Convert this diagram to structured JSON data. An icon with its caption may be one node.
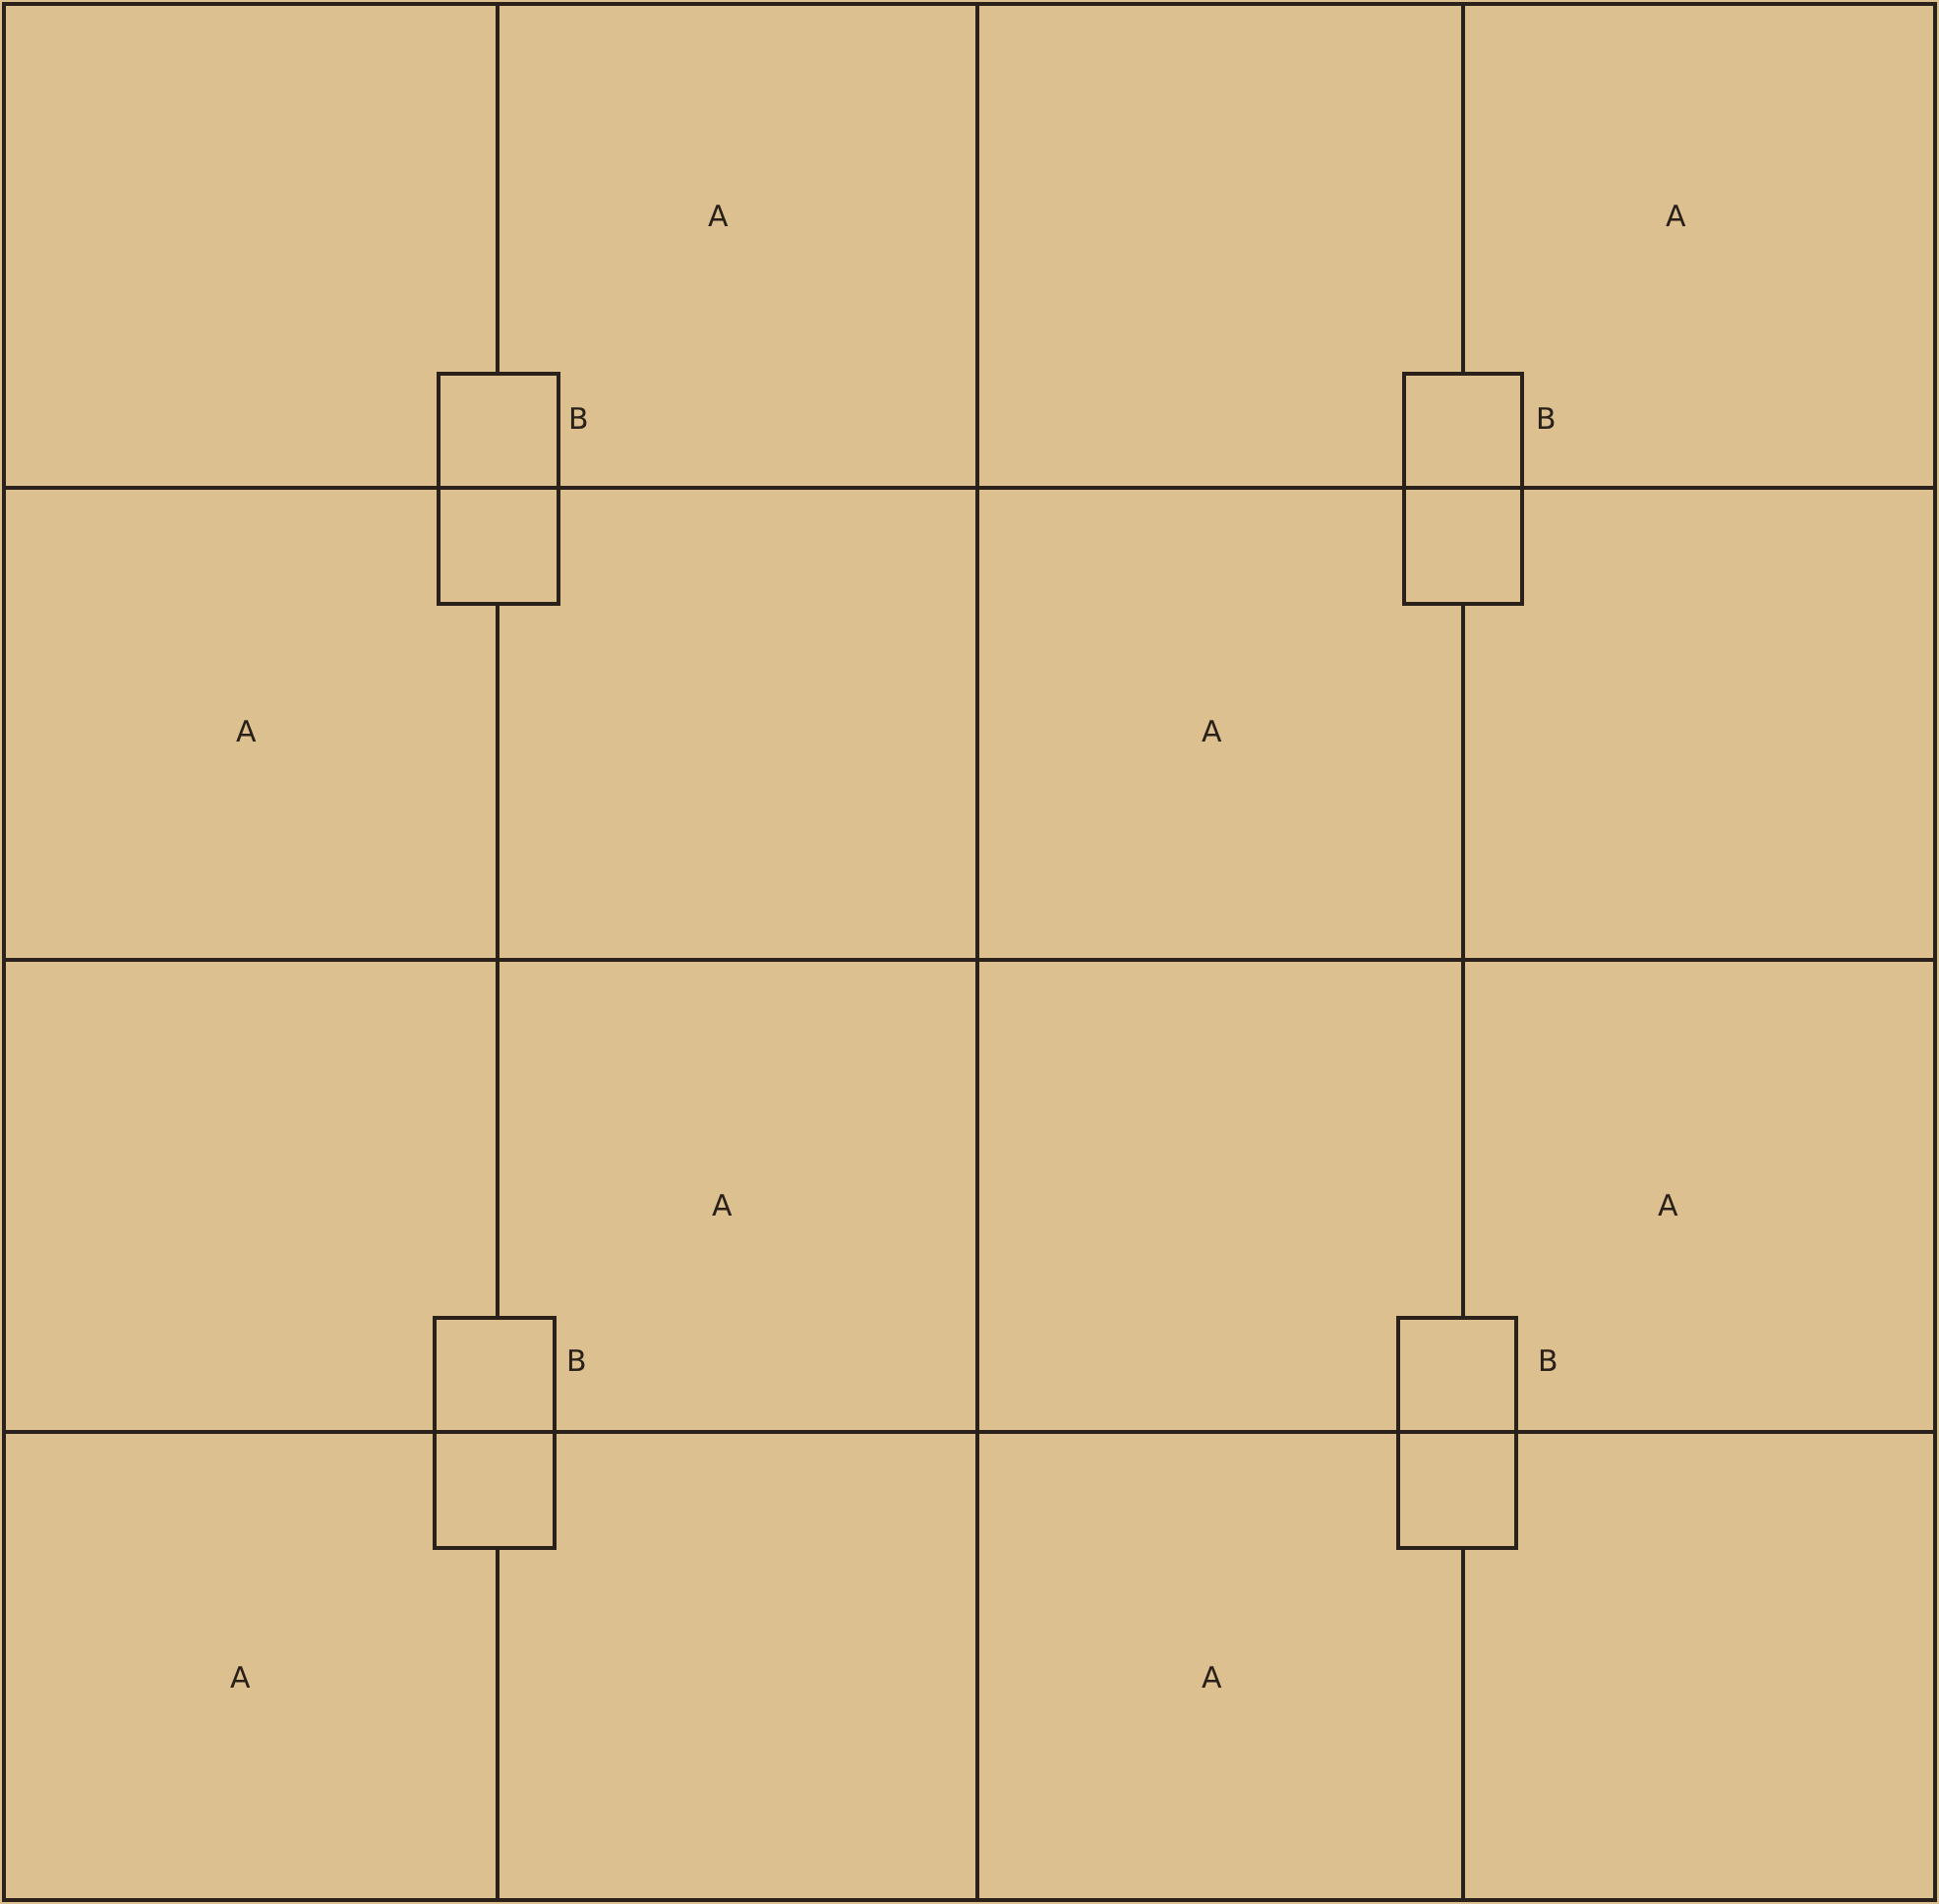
{
  "diagram": {
    "labels": [
      "A",
      "A",
      "B",
      "B",
      "A",
      "A",
      "A",
      "A",
      "B",
      "B",
      "A",
      "A"
    ]
  }
}
